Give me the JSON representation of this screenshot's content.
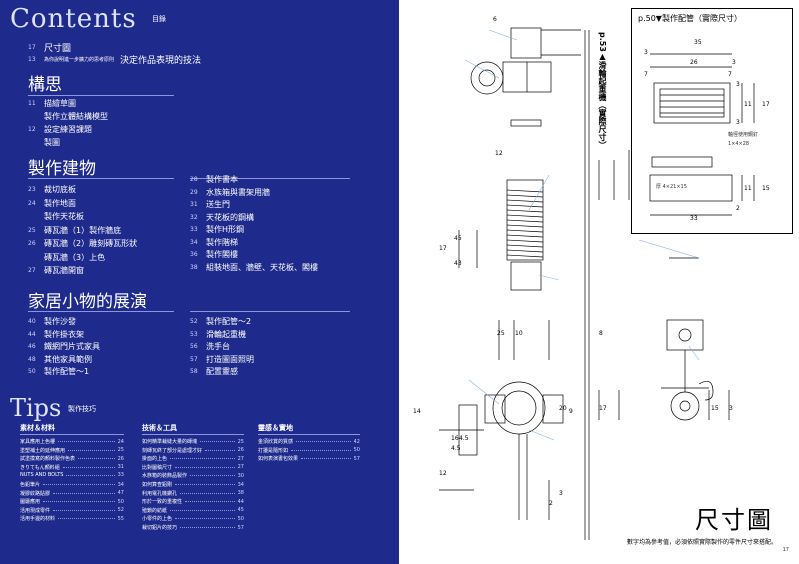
{
  "header": {
    "title": "Contents",
    "subtitle": "目錄"
  },
  "intro": [
    {
      "num": "17",
      "label": "尺寸圖",
      "small": "",
      "big": ""
    },
    {
      "num": "13",
      "label": "",
      "small": "為你說明進一步擴力的思考原則",
      "big": "決定作品表現的技法"
    }
  ],
  "sections": {
    "s1": {
      "title": "構思",
      "items": [
        {
          "num": "11",
          "label": "描繪草圖"
        },
        {
          "num": "",
          "label": "製作立體結構模型"
        },
        {
          "num": "12",
          "label": "設定練習課題"
        },
        {
          "num": "",
          "label": "製圖"
        }
      ]
    },
    "s2": {
      "title": "製作建物",
      "left": [
        {
          "num": "23",
          "label": "裁切底板"
        },
        {
          "num": "24",
          "label": "製作地面"
        },
        {
          "num": "",
          "label": "製作天花板"
        },
        {
          "num": "25",
          "label": "磚瓦牆（1）製作牆底"
        },
        {
          "num": "26",
          "label": "磚瓦牆（2）雕刻磚瓦形狀"
        },
        {
          "num": "",
          "label": "磚瓦牆（3）上色"
        },
        {
          "num": "27",
          "label": "磚瓦牆開窗"
        }
      ],
      "right": [
        {
          "num": "28",
          "label": "製作書本"
        },
        {
          "num": "29",
          "label": "水族箱與書架用牆"
        },
        {
          "num": "31",
          "label": "送生門"
        },
        {
          "num": "32",
          "label": "天花板的鋼構"
        },
        {
          "num": "33",
          "label": "製作H形鋼"
        },
        {
          "num": "34",
          "label": "製作階梯"
        },
        {
          "num": "36",
          "label": "製作閣樓"
        },
        {
          "num": "38",
          "label": "組裝地面、牆壁、天花板、閣樓"
        }
      ]
    },
    "s3": {
      "title": "家居小物的展演",
      "left": [
        {
          "num": "40",
          "label": "製作沙發"
        },
        {
          "num": "44",
          "label": "製作掛衣架"
        },
        {
          "num": "46",
          "label": "鐵網門片式家具"
        },
        {
          "num": "48",
          "label": "其他家具範例"
        },
        {
          "num": "50",
          "label": "製作配管～1"
        }
      ],
      "right": [
        {
          "num": "52",
          "label": "製作配管～2"
        },
        {
          "num": "53",
          "label": "滑輪起重機"
        },
        {
          "num": "56",
          "label": "洗手台"
        },
        {
          "num": "57",
          "label": "打造圖面照明"
        },
        {
          "num": "58",
          "label": "配置靈感"
        }
      ]
    }
  },
  "tips": {
    "title": "Tips",
    "subtitle": "製作技巧",
    "col1": {
      "head": "素材＆材料",
      "items": [
        {
          "label": "家具應用上色樓",
          "pg": "24"
        },
        {
          "label": "塗塑補土的延伸應用",
          "pg": "25"
        },
        {
          "label": "試塗摸寫的顏料製作色表",
          "pg": "26"
        },
        {
          "label": "きりてもん顏料組",
          "pg": "31"
        },
        {
          "label": "NUTS AND BOLTS",
          "pg": "33"
        },
        {
          "label": "色鉛筆片",
          "pg": "34"
        },
        {
          "label": "凝膠紋路貼膠",
          "pg": "47"
        },
        {
          "label": "圖廳應用",
          "pg": "50"
        },
        {
          "label": "活用現成零件",
          "pg": "52"
        },
        {
          "label": "活用手邊的材料",
          "pg": "55"
        }
      ]
    },
    "col2": {
      "head": "技術＆工具",
      "items": [
        {
          "label": "如何精準裁縫大量的磚塊",
          "pg": "25"
        },
        {
          "label": "刻磚瓦終了部分是處理才好",
          "pg": "26"
        },
        {
          "label": "掛面的上色",
          "pg": "27"
        },
        {
          "label": "比對圖稿尺寸",
          "pg": "27"
        },
        {
          "label": "水族箱的裝飾品製作",
          "pg": "30"
        },
        {
          "label": "如何算查鋁剛",
          "pg": "34"
        },
        {
          "label": "利用電孔機鑽孔",
          "pg": "38"
        },
        {
          "label": "形於一致的重複性",
          "pg": "44"
        },
        {
          "label": "殖鎖的紡紙",
          "pg": "45"
        },
        {
          "label": "小零件的上色",
          "pg": "50"
        },
        {
          "label": "裁切鋁片的技巧",
          "pg": "57"
        }
      ]
    },
    "col3": {
      "head": "靈感＆實地",
      "items": [
        {
          "label": "金須欣賞的質感",
          "pg": "42"
        },
        {
          "label": "打擾是隨形如",
          "pg": "50"
        },
        {
          "label": "如何表演書包效果",
          "pg": "57"
        }
      ]
    }
  },
  "right_page": {
    "box_title": "p.50▼製作配管（實際尺寸）",
    "box_dims": [
      "35",
      "3",
      "26",
      "3",
      "7",
      "7",
      "3",
      "11",
      "17",
      "3",
      "11",
      "15",
      "2",
      "33"
    ],
    "box_notes": [
      "軸徑使用鋼釘",
      "1×4×28",
      "厚 4×21×15"
    ],
    "vlabel": "p.53▲滑輪起重機（實際尺寸）",
    "drawing_dims": [
      "6",
      "12",
      "17",
      "45",
      "43",
      "25",
      "10",
      "8",
      "14",
      "20",
      "17",
      "9",
      "15",
      "3",
      "16",
      "4.5",
      "4.5",
      "12",
      "2",
      "3"
    ],
    "title": "尺寸圖",
    "note": "數字均為參考值，必須依照實際製作的零件尺寸來搭配。",
    "page_num": "17"
  }
}
